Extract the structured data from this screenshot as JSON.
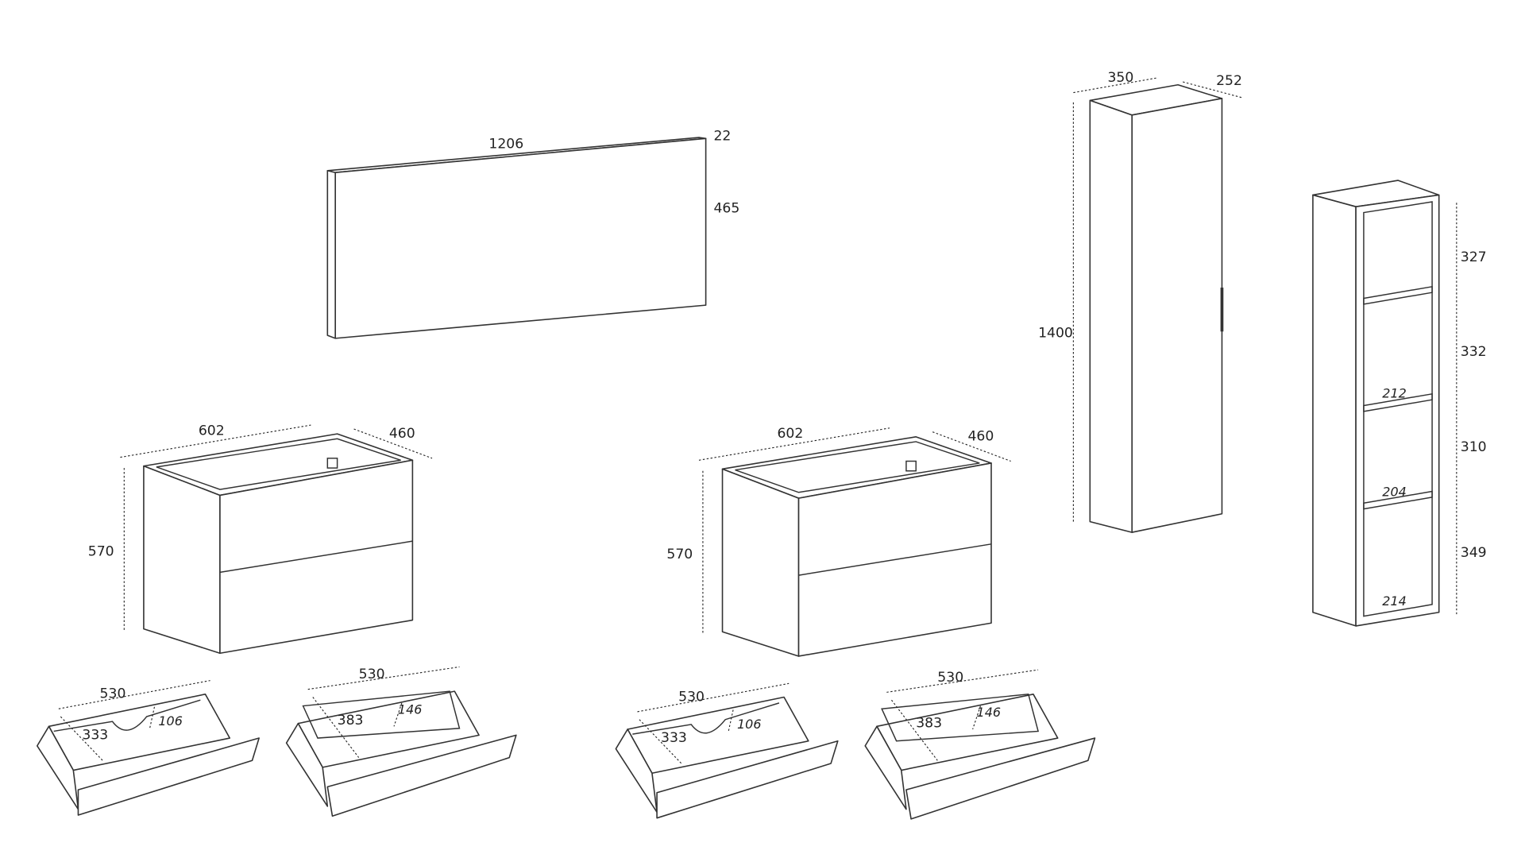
{
  "mirror": {
    "width": "1206",
    "depth": "22",
    "height": "465"
  },
  "cabinet_left": {
    "width": "602",
    "depth": "460",
    "height": "570"
  },
  "cabinet_right": {
    "width": "602",
    "depth": "460",
    "height": "570"
  },
  "drawers": [
    {
      "width": "530",
      "depth": "333",
      "height": "106"
    },
    {
      "width": "530",
      "depth": "383",
      "height": "146"
    },
    {
      "width": "530",
      "depth": "333",
      "height": "106"
    },
    {
      "width": "530",
      "depth": "383",
      "height": "146"
    }
  ],
  "tall_cabinet": {
    "width": "350",
    "depth": "252",
    "height": "1400"
  },
  "open_shelf": {
    "compartments": [
      "327",
      "332",
      "310",
      "349"
    ],
    "shelf_depths": [
      "212",
      "204",
      "214"
    ]
  }
}
